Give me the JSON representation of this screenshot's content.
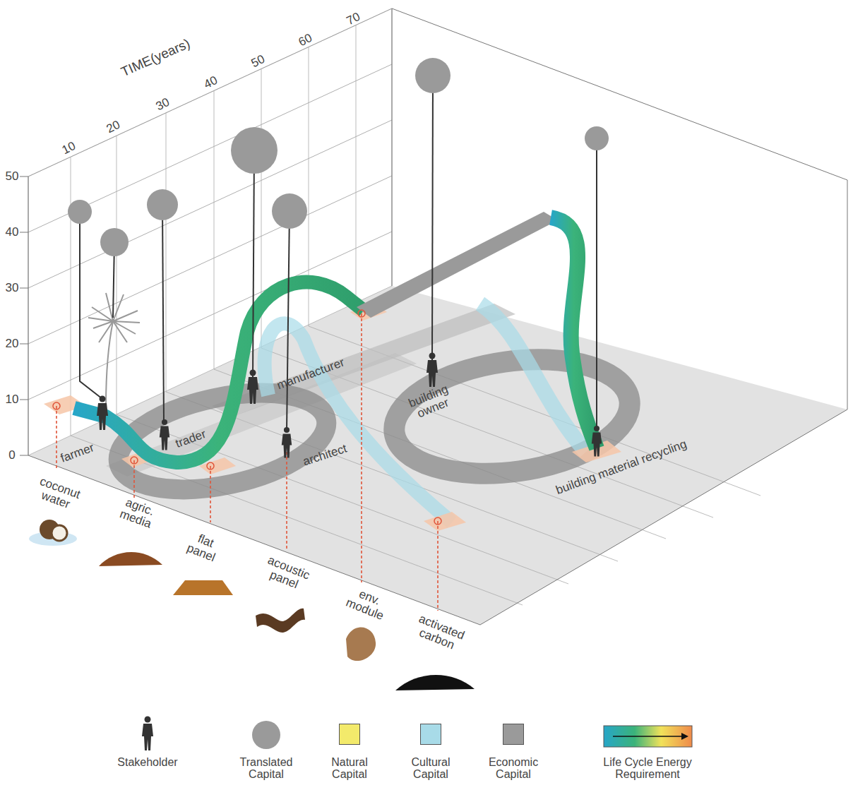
{
  "diagram": {
    "labels": [
      "TIME(years)",
      "10",
      "20",
      "30",
      "40",
      "50",
      "60",
      "70",
      "50",
      "40",
      "30",
      "20",
      "10",
      "0",
      "farmer",
      "trader",
      "manufacturer",
      "architect",
      "building owner",
      "building material recycling",
      "coconut water",
      "agric. media",
      "flat panel",
      "acoustic panel",
      "env. module",
      "activated carbon"
    ],
    "legend": [
      {
        "text": "Stakeholder"
      },
      {
        "text": "Translated Capital"
      },
      {
        "text": "Natural Capital",
        "color": "#f3ea6b"
      },
      {
        "text": "Cultural Capital",
        "color": "#a8dbe8"
      },
      {
        "text": "Economic Capital",
        "color": "#9a9a9a"
      },
      {
        "text": "Life Cycle Energy Requirement"
      }
    ]
  }
}
